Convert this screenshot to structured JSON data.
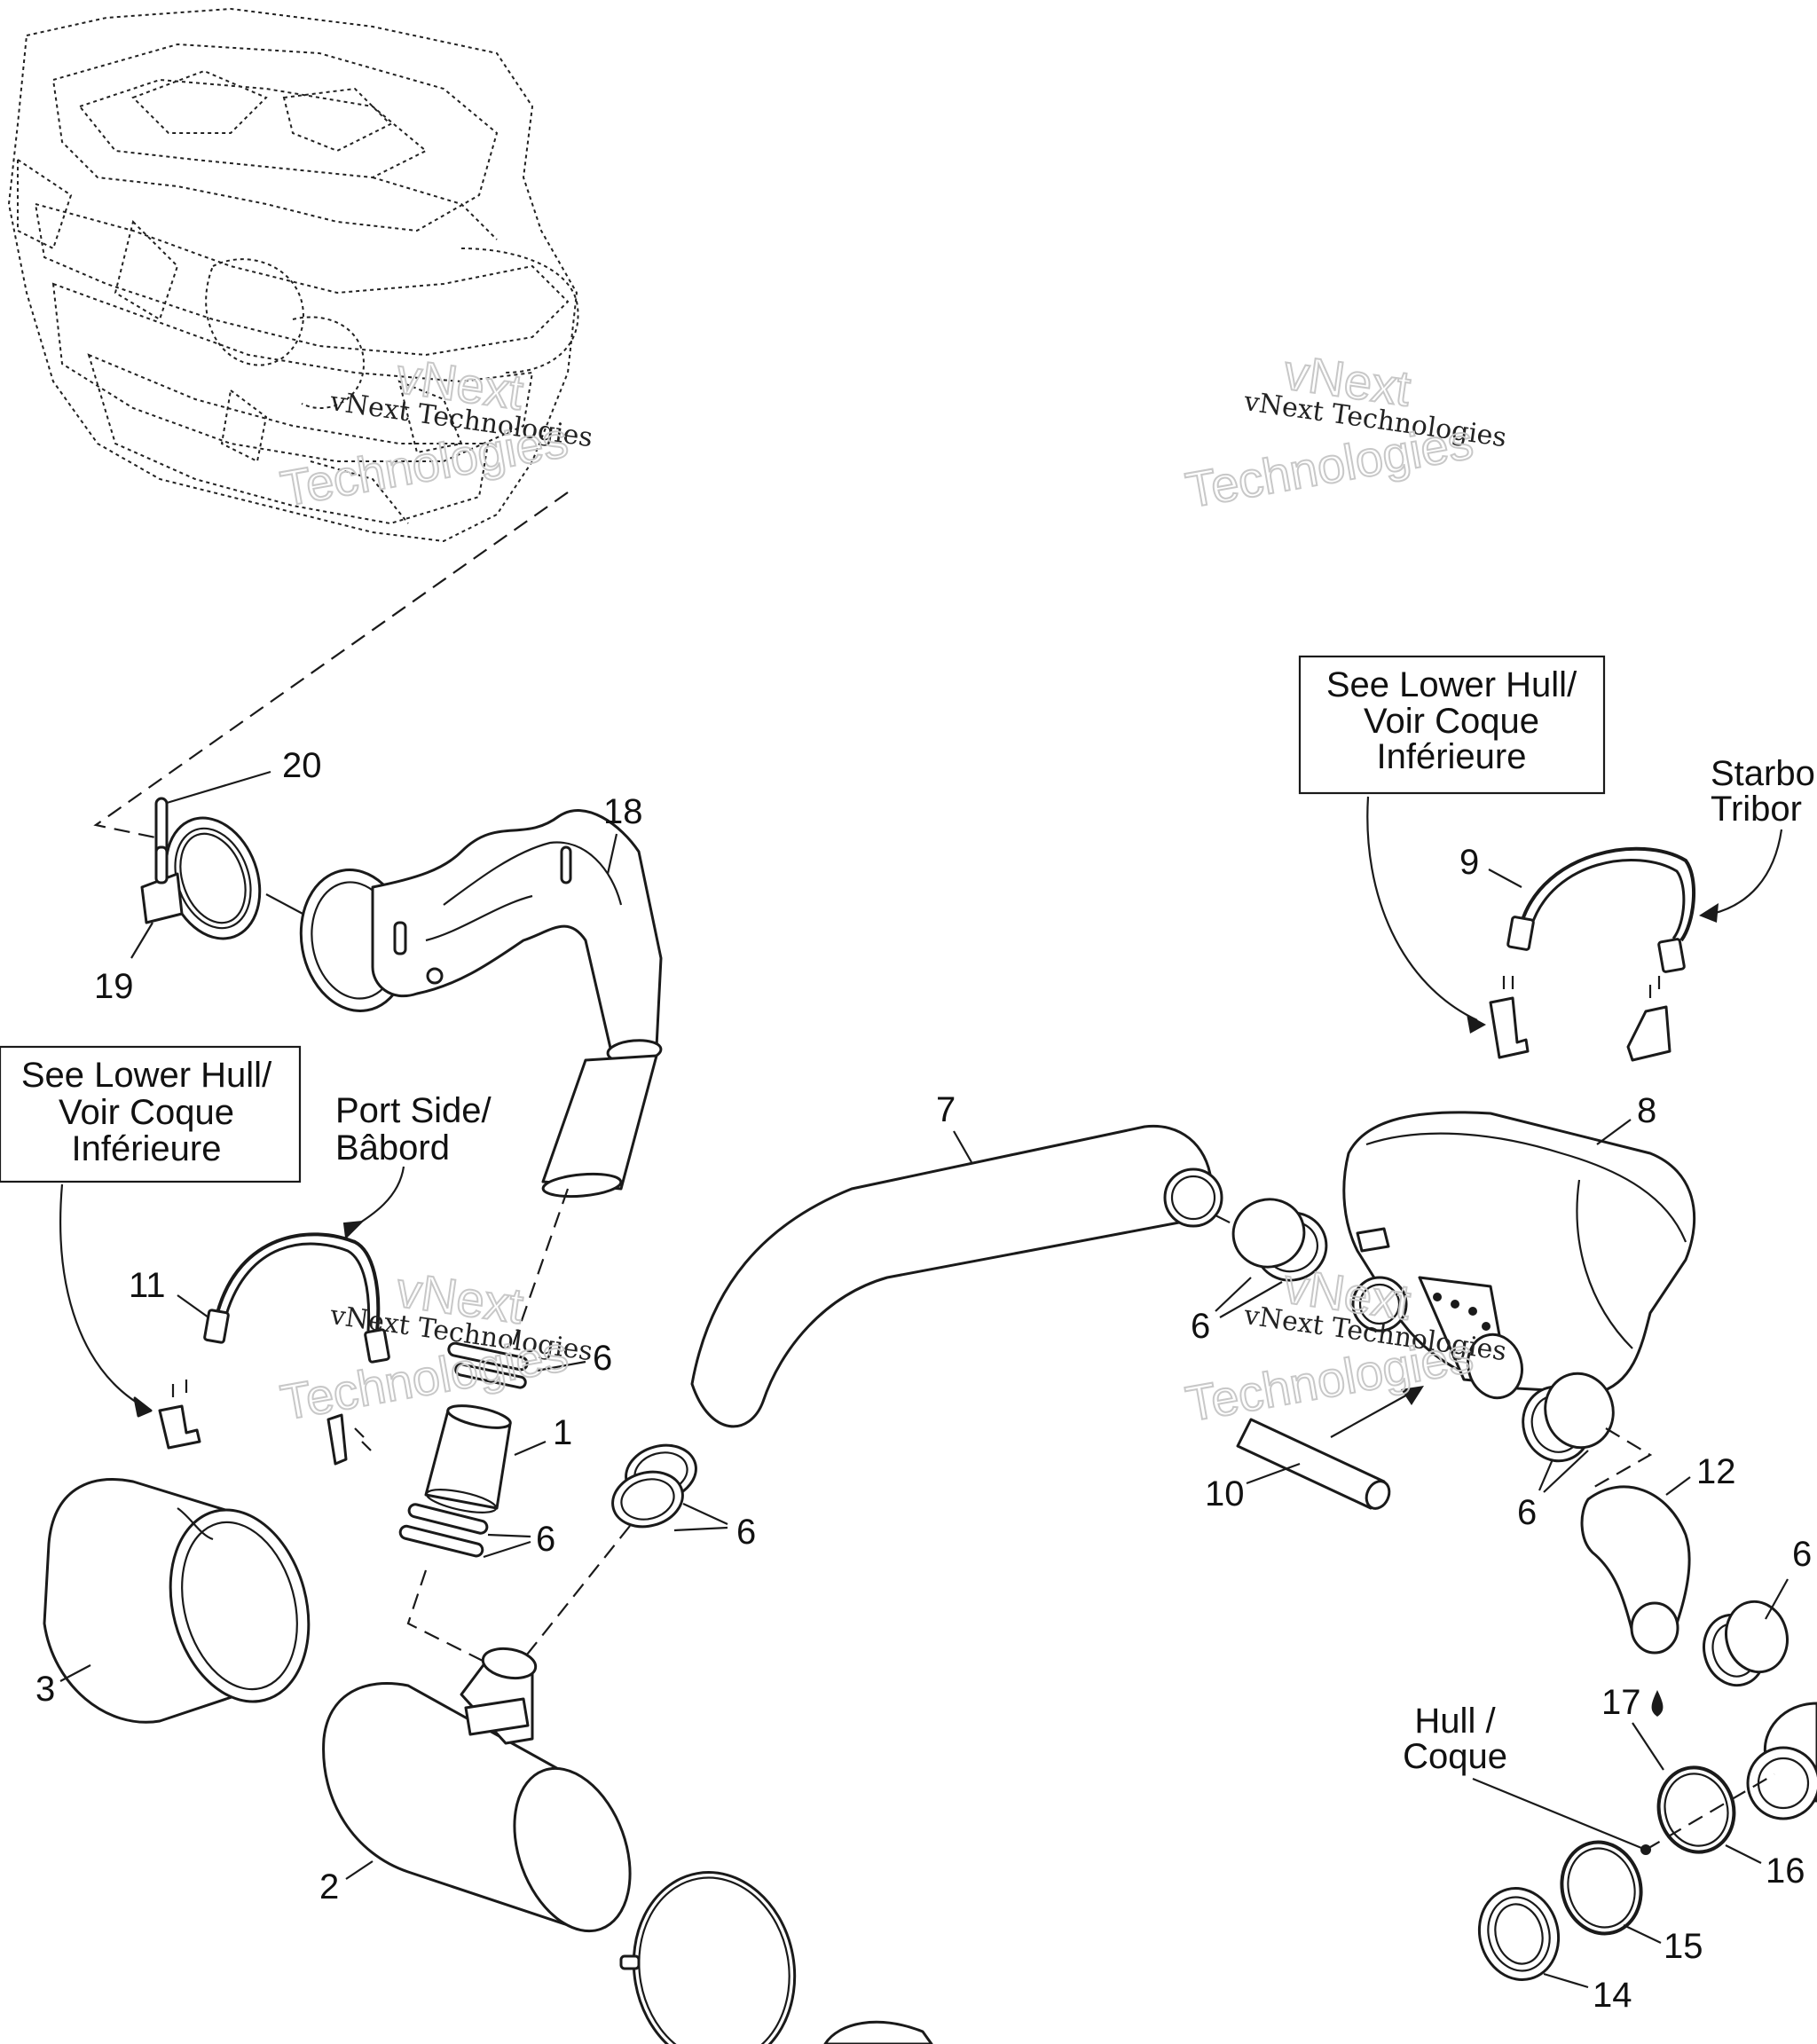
{
  "callouts": {
    "c1": "1",
    "c2": "2",
    "c3": "3",
    "c6a": "6",
    "c6b": "6",
    "c6c": "6",
    "c6d": "6",
    "c6e": "6",
    "c6f": "6",
    "c7": "7",
    "c8": "8",
    "c9": "9",
    "c10": "10",
    "c11": "11",
    "c12": "12",
    "c14": "14",
    "c15": "15",
    "c16": "16",
    "c17": "17",
    "c18": "18",
    "c19": "19",
    "c20": "20"
  },
  "notes": {
    "lower_hull_right": [
      "See Lower Hull/",
      "Voir Coque",
      "Inférieure"
    ],
    "lower_hull_left": [
      "See Lower Hull/",
      "Voir Coque",
      "Inférieure"
    ],
    "port_side": [
      "Port Side/",
      "Bâbord"
    ],
    "starboard": [
      "Starbo",
      "Tribor"
    ],
    "hull": [
      "Hull /",
      "Coque"
    ]
  },
  "watermark": {
    "small": "vNext Technologies",
    "big_line1": "vNext",
    "big_line2": "Technologies"
  },
  "icons": {
    "sealant": "drop-icon"
  }
}
